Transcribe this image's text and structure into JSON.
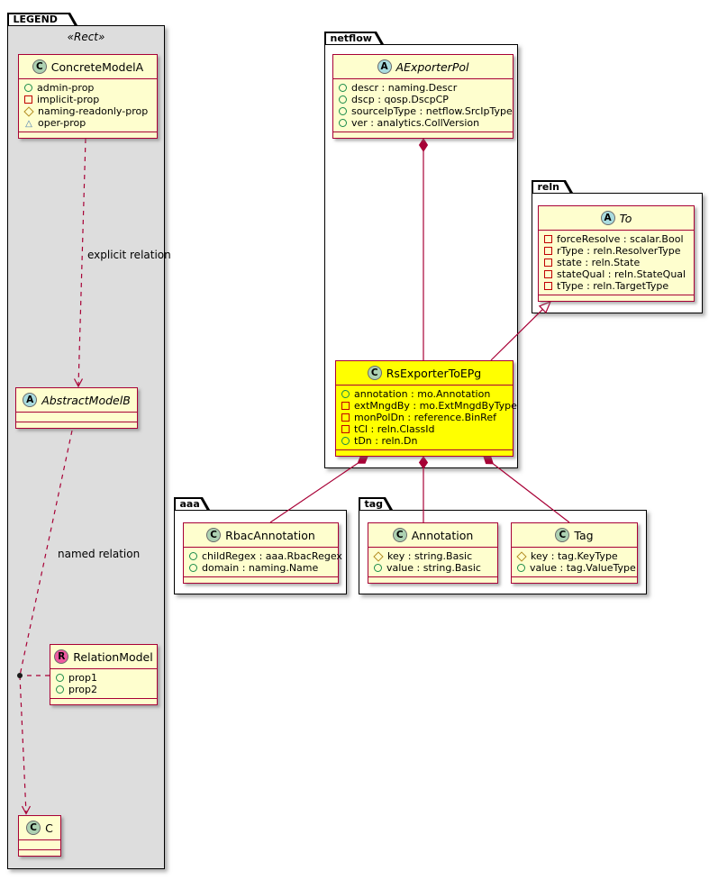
{
  "colors": {
    "class_fill": "#FEFECE",
    "class_border": "#A80036",
    "highlight_fill": "#FFFF00",
    "legend_fill": "#DDDDDD",
    "relation_line": "#A80036",
    "spot_class": "#ADD1B2",
    "spot_abstract": "#A9DCDF",
    "spot_relation": "#EE5AA0"
  },
  "legend": {
    "tab": "LEGEND",
    "stereotype": "«Rect»",
    "concrete": {
      "badge": "C",
      "name": "ConcreteModelA",
      "props": [
        {
          "icon": "circle-icon",
          "text": "admin-prop"
        },
        {
          "icon": "square-icon",
          "text": "implicit-prop"
        },
        {
          "icon": "diamond-icon",
          "text": "naming-readonly-prop"
        },
        {
          "icon": "triangle-icon",
          "text": "oper-prop"
        }
      ]
    },
    "abstract": {
      "badge": "A",
      "name": "AbstractModelB"
    },
    "relation": {
      "badge": "R",
      "name": "RelationModel",
      "props": [
        {
          "icon": "circle-icon",
          "text": "prop1"
        },
        {
          "icon": "circle-icon",
          "text": "prop2"
        }
      ]
    },
    "c": {
      "badge": "C",
      "name": "C"
    },
    "labels": {
      "explicit": "explicit relation",
      "named": "named relation"
    }
  },
  "netflow": {
    "tab": "netflow",
    "aexporterpol": {
      "badge": "A",
      "name": "AExporterPol",
      "props": [
        {
          "icon": "circle-icon",
          "text": "descr : naming.Descr"
        },
        {
          "icon": "circle-icon",
          "text": "dscp : qosp.DscpCP"
        },
        {
          "icon": "circle-icon",
          "text": "sourceIpType : netflow.SrcIpType"
        },
        {
          "icon": "circle-icon",
          "text": "ver : analytics.CollVersion"
        }
      ]
    },
    "rsexportertoepg": {
      "badge": "C",
      "name": "RsExporterToEPg",
      "props": [
        {
          "icon": "circle-icon",
          "text": "annotation : mo.Annotation"
        },
        {
          "icon": "square-icon",
          "text": "extMngdBy : mo.ExtMngdByType"
        },
        {
          "icon": "square-icon",
          "text": "monPolDn : reference.BinRef"
        },
        {
          "icon": "square-icon",
          "text": "tCl : reln.ClassId"
        },
        {
          "icon": "circle-icon",
          "text": "tDn : reln.Dn"
        }
      ]
    }
  },
  "reln": {
    "tab": "reln",
    "to": {
      "badge": "A",
      "name": "To",
      "props": [
        {
          "icon": "square-icon",
          "text": "forceResolve : scalar.Bool"
        },
        {
          "icon": "square-icon",
          "text": "rType : reln.ResolverType"
        },
        {
          "icon": "square-icon",
          "text": "state : reln.State"
        },
        {
          "icon": "square-icon",
          "text": "stateQual : reln.StateQual"
        },
        {
          "icon": "square-icon",
          "text": "tType : reln.TargetType"
        }
      ]
    }
  },
  "aaa": {
    "tab": "aaa",
    "rbacannotation": {
      "badge": "C",
      "name": "RbacAnnotation",
      "props": [
        {
          "icon": "circle-icon",
          "text": "childRegex : aaa.RbacRegex"
        },
        {
          "icon": "circle-icon",
          "text": "domain : naming.Name"
        }
      ]
    }
  },
  "tag": {
    "tab": "tag",
    "annotation": {
      "badge": "C",
      "name": "Annotation",
      "props": [
        {
          "icon": "diamond-icon",
          "text": "key : string.Basic"
        },
        {
          "icon": "circle-icon",
          "text": "value : string.Basic"
        }
      ]
    },
    "tagclass": {
      "badge": "C",
      "name": "Tag",
      "props": [
        {
          "icon": "diamond-icon",
          "text": "key : tag.KeyType"
        },
        {
          "icon": "circle-icon",
          "text": "value : tag.ValueType"
        }
      ]
    }
  }
}
